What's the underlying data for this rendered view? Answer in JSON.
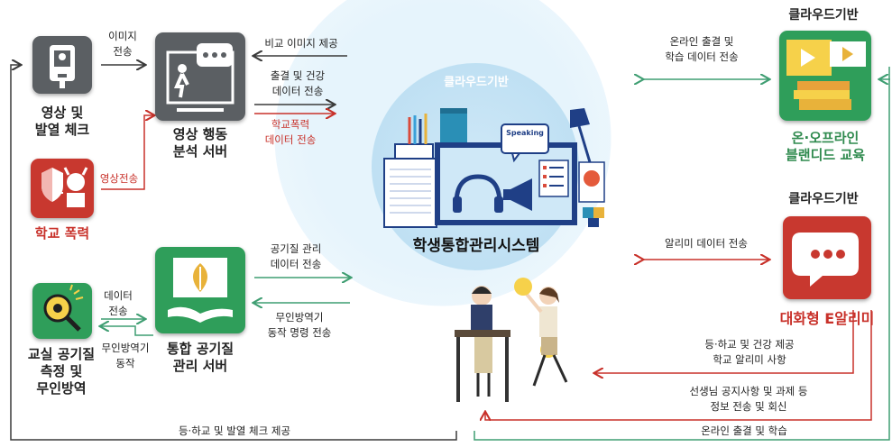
{
  "center": {
    "cloud_label": "클라우드기반",
    "title": "학생통합관리시스템",
    "speaking_label": "Speaking"
  },
  "left_top": {
    "camera_caption_1": "영상 및",
    "camera_caption_2": "발열 체크",
    "server_caption_1": "영상 행동",
    "server_caption_2": "분석 서버",
    "violence_caption": "학교 폭력",
    "label_image_1": "이미지",
    "label_image_2": "전송",
    "label_video_send": "영상전송"
  },
  "left_bottom": {
    "sensor_caption_1": "교실 공기질",
    "sensor_caption_2": "측정 및",
    "sensor_caption_3": "무인방역",
    "server_caption_1": "통합 공기질",
    "server_caption_2": "관리 서버",
    "label_data_1": "데이터",
    "label_data_2": "전송",
    "label_disinfect_1": "무인방역기",
    "label_disinfect_2": "동작"
  },
  "flows": {
    "compare_image": "비교 이미지 제공",
    "attendance_health_1": "출결 및 건강",
    "attendance_health_2": "데이터 전송",
    "violence_data_1": "학교폭력",
    "violence_data_2": "데이터 전송",
    "air_data_1": "공기질 관리",
    "air_data_2": "데이터 전송",
    "disinfect_cmd_1": "무인방역기",
    "disinfect_cmd_2": "동작 명령 전송",
    "online_attendance_1": "온라인 출결 및",
    "online_attendance_2": "학습 데이터 전송",
    "alert_data": "알리미 데이터 전송",
    "school_notice_1": "등·하교 및 건강 제공",
    "school_notice_2": "학교 알리미 사항",
    "teacher_notice_1": "선생님 공지사항 및 과제 등",
    "teacher_notice_2": "정보 전송 및 회신",
    "bottom_left": "등·하교 및 발열 체크 제공",
    "bottom_right": "온라인 출결 및 학습"
  },
  "right": {
    "cloud_label_1": "클라우드기반",
    "edu_caption_1": "온·오프라인",
    "edu_caption_2": "블랜디드 교육",
    "cloud_label_2": "클라우드기반",
    "chat_caption": "대화형 E알리미"
  },
  "colors": {
    "dark_arrow": "#3a3a3a",
    "red_arrow": "#c8312a",
    "green_arrow": "#3f9e72",
    "tile_gray": "#5b5f63",
    "tile_red": "#c8382f",
    "tile_green": "#2f9e5a",
    "circle_blue": "#bfe0f3"
  }
}
